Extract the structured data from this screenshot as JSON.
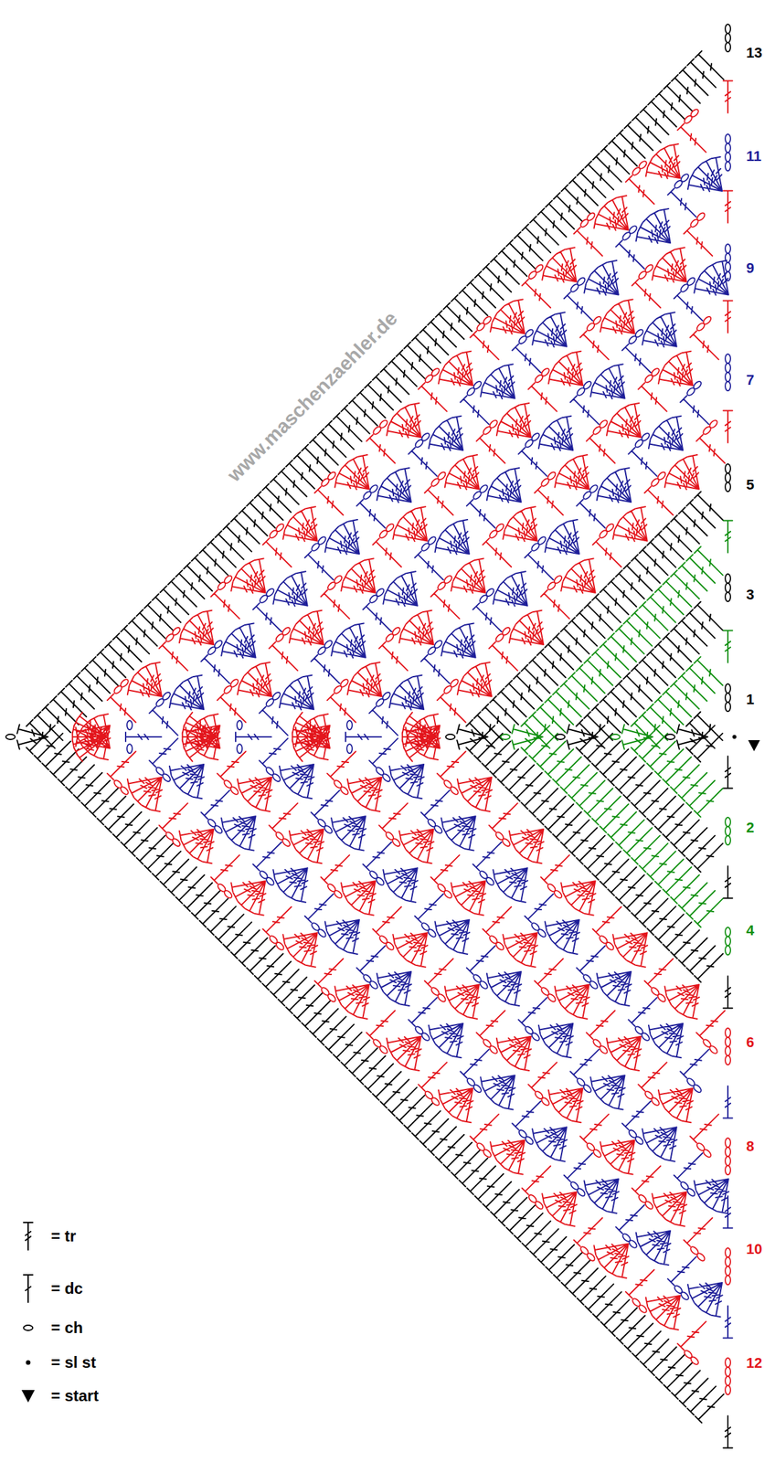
{
  "diagram": {
    "labels": [
      "www.maschenzaehler.de",
      "13",
      "11",
      "9",
      "7",
      "5",
      "3",
      "1",
      "2",
      "4",
      "6",
      "8",
      "10",
      "12"
    ],
    "legend": [
      {
        "text": "= tr"
      },
      {
        "text": "= dc"
      },
      {
        "text": "= ch"
      },
      {
        "text": "= sl st"
      },
      {
        "text": "= start"
      }
    ]
  }
}
